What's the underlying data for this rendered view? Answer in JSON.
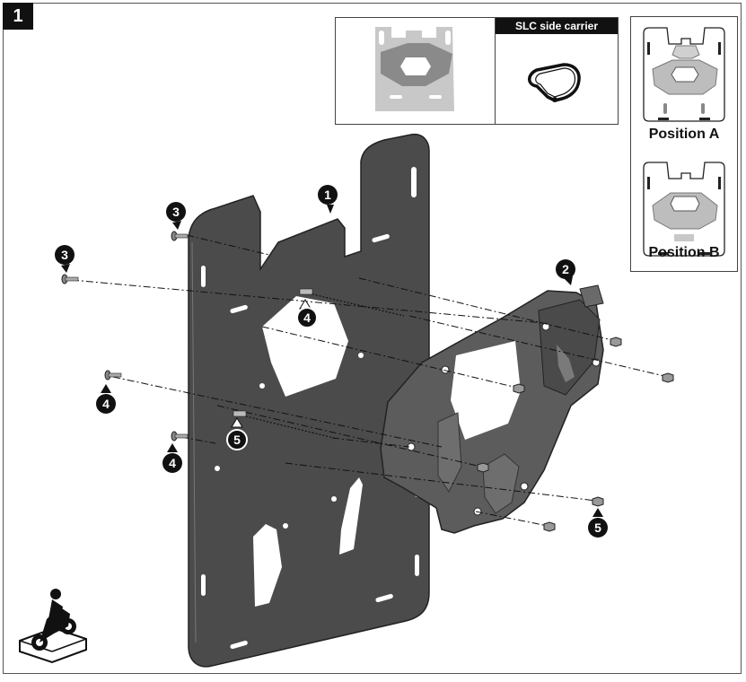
{
  "step": {
    "number": "1"
  },
  "inset_carrier": {
    "title": "SLC side carrier"
  },
  "positions": [
    {
      "label": "Position A"
    },
    {
      "label": "Position B"
    }
  ],
  "callouts": [
    {
      "number": "1"
    },
    {
      "number": "2"
    },
    {
      "number": "3"
    },
    {
      "number": "3"
    },
    {
      "number": "4"
    },
    {
      "number": "4"
    },
    {
      "number": "4"
    },
    {
      "number": "5"
    },
    {
      "number": "5"
    }
  ],
  "colors": {
    "plate": "#4a4a4a",
    "plate_edge": "#2a2a2a",
    "bracket": "#5a5a5a",
    "badge": "#111111",
    "light_part": "#bfbfbf"
  },
  "icons": {
    "corner": "motorcycle-on-lift-icon"
  }
}
